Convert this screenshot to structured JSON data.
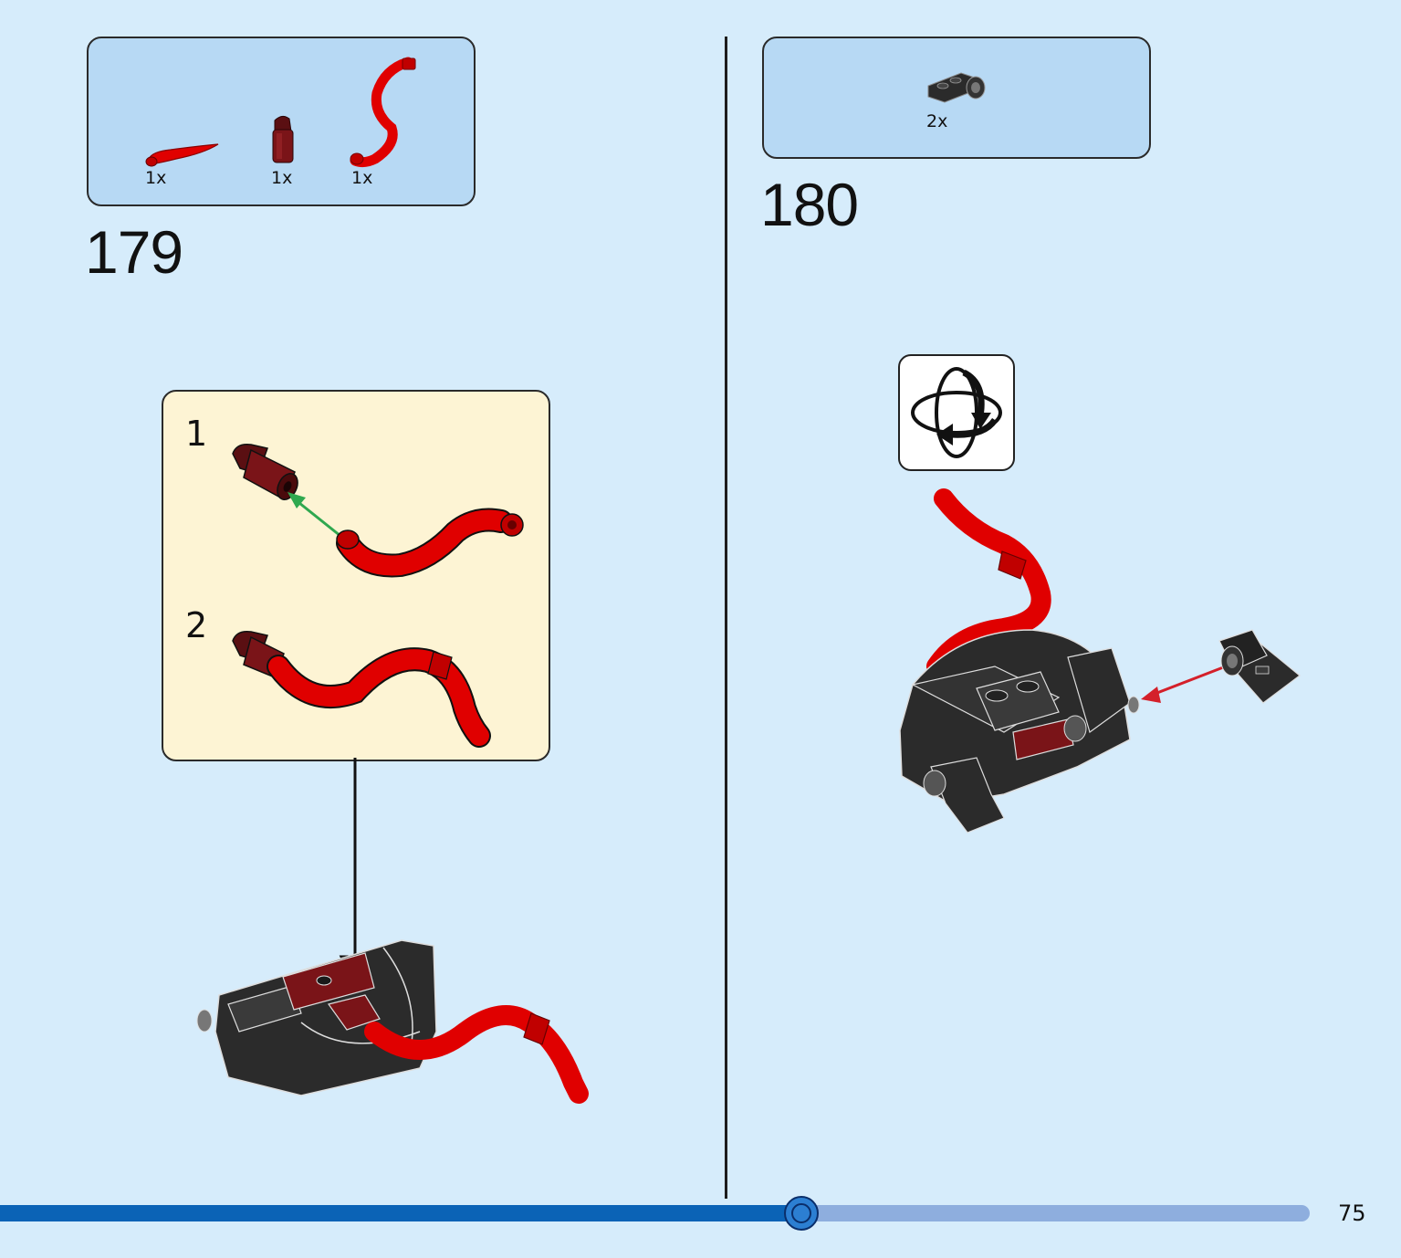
{
  "step179": {
    "number": "179",
    "parts": [
      {
        "qty": "1x",
        "icon": "red-curved-horn-piece"
      },
      {
        "qty": "1x",
        "icon": "dark-red-clip-connector"
      },
      {
        "qty": "1x",
        "icon": "red-s-curved-tail-piece"
      }
    ],
    "substeps": [
      {
        "number": "1"
      },
      {
        "number": "2"
      }
    ]
  },
  "step180": {
    "number": "180",
    "parts": [
      {
        "qty": "2x",
        "icon": "black-plate-with-pin-hole"
      }
    ],
    "rotate_icon": "rotate-model-icon"
  },
  "footer": {
    "page_number": "75",
    "progress": 0.612
  },
  "colors": {
    "background": "#d6ecfb",
    "parts_box": "#b7d9f4",
    "sub_box": "#fdf4d4",
    "brick_red": "#e00000",
    "dark_red": "#7a1418",
    "black_brick": "#2b2b2b",
    "arrow_green": "#2fa84f",
    "arrow_red": "#d4202a",
    "progress_fill": "#0b63b6"
  }
}
